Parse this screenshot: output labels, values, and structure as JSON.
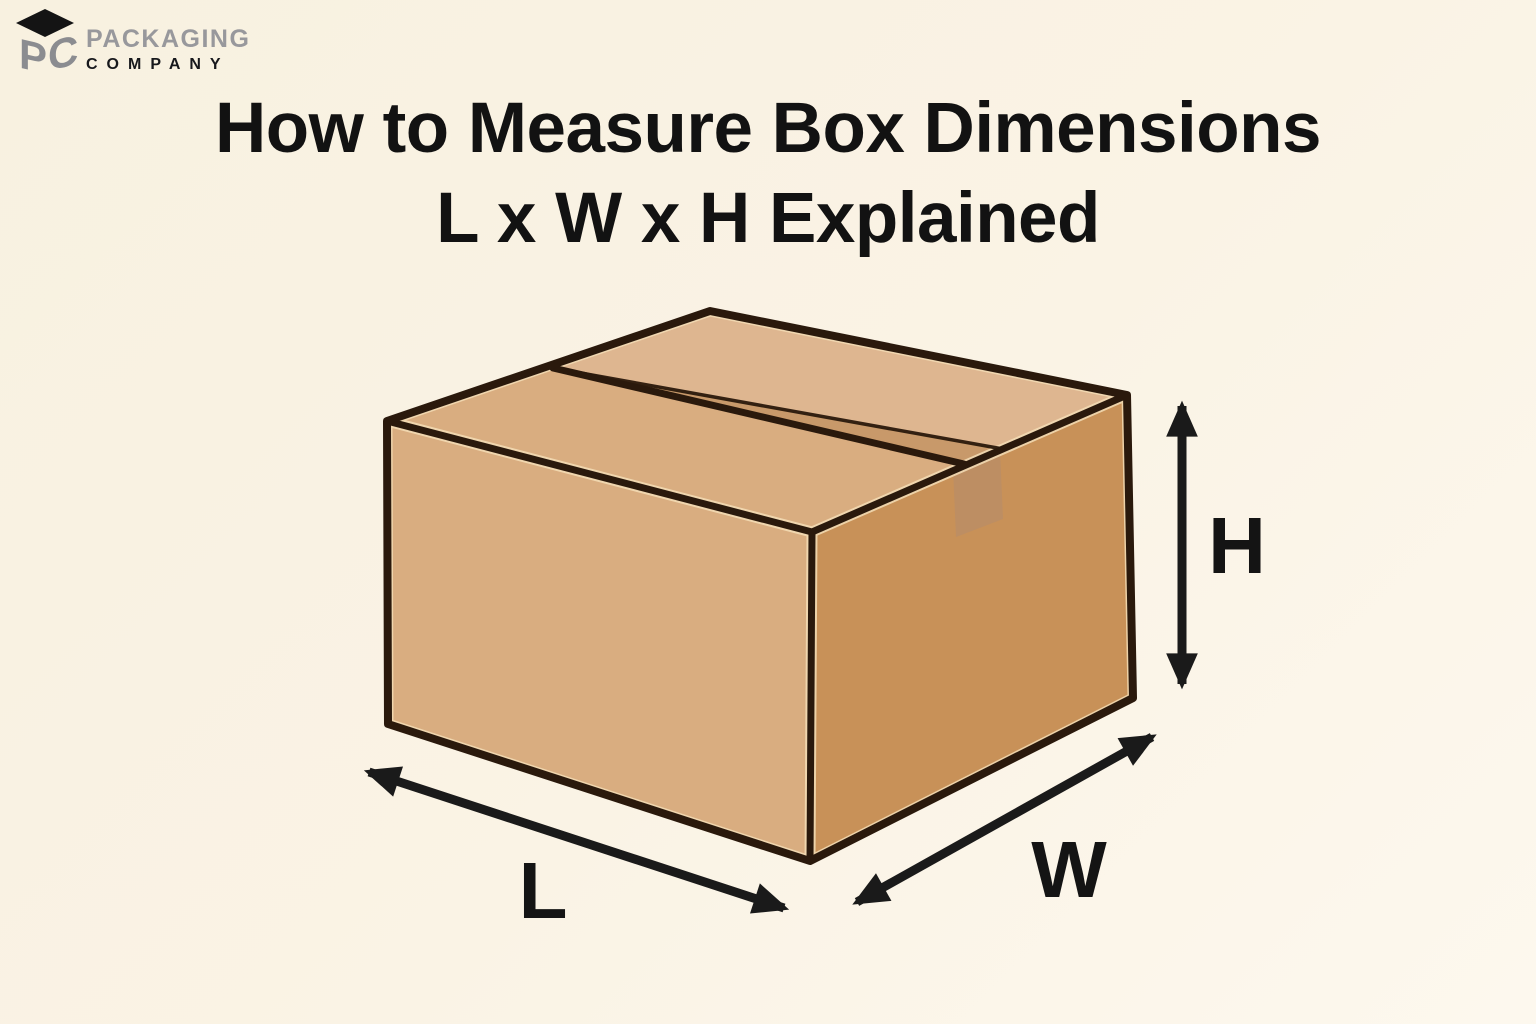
{
  "logo": {
    "icon": "pc-cube-icon",
    "icon_letter_1": "P",
    "icon_letter_2": "C",
    "company_name_top": "PACKAGING",
    "company_name_bottom": "COMPANY"
  },
  "title": {
    "line1": "How to Measure Box Dimensions",
    "line2": "L x W x H Explained"
  },
  "diagram": {
    "dimension_labels": {
      "length": "L",
      "width": "W",
      "height": "H"
    },
    "colors": {
      "background": "#faf3e5",
      "box_top_face": "#deb690",
      "box_front_face": "#d9ad80",
      "box_right_face": "#c89158",
      "flap_edge_band": "#c8996a",
      "tape_tab": "#bd8e63",
      "outline": "#2a190c",
      "arrow": "#1a1a1a",
      "edge_highlight": "#f3ddb6"
    }
  }
}
